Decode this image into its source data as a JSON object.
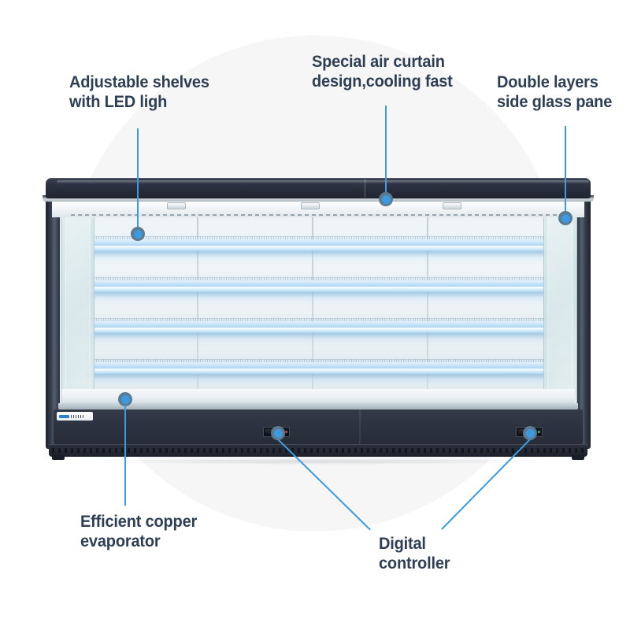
{
  "page": {
    "background_color": "#ffffff",
    "circle_color": "#f6f6f6",
    "accent_color": "#3d9ae0",
    "text_color": "#2e3f54"
  },
  "callouts": [
    {
      "id": "adjustable-shelves",
      "label": "Adjustable shelves\nwith LED ligh",
      "anchor": "shelf-led-strip"
    },
    {
      "id": "air-curtain",
      "label": "Special air curtain\ndesign,cooling fast",
      "anchor": "air-curtain-slot"
    },
    {
      "id": "side-glass",
      "label": "Double layers\nside glass pane",
      "anchor": "right-glass-pane"
    },
    {
      "id": "copper-evaporator",
      "label": "Efficient copper\nevaporator",
      "anchor": "base-deck"
    },
    {
      "id": "digital-controller",
      "label": "Digital\ncontroller",
      "anchor": "controller-units"
    }
  ],
  "product": {
    "name": "open-multideck-refrigerated-display-case",
    "canopy_color": "#2b3140",
    "body_panel_color": "#2c323f",
    "glass_tint": "#cbdfe3",
    "shelf_count": 5,
    "led_glow_color": "#b8ddf5",
    "controllers": [
      {
        "id": "controller-left",
        "indicator": "red"
      },
      {
        "id": "controller-right",
        "indicator": "green"
      }
    ],
    "rating_label": "product-rating-sticker"
  }
}
